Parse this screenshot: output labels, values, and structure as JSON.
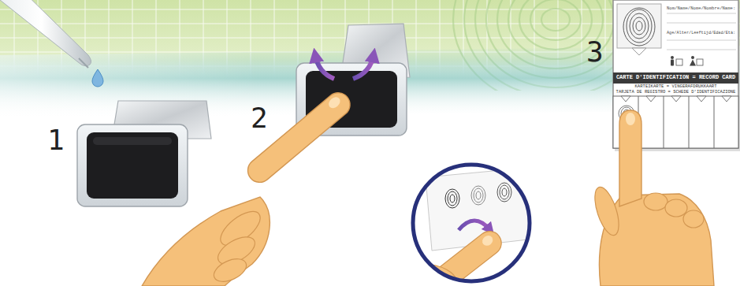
{
  "diagram": {
    "nodes": [
      {
        "text": [
          "Nom/Name/Nome/Nombre/Name:",
          "Age/Alter/Leeftijd/Edad/Età:",
          "CARTE D'IDENTIFICATION = RECORD CARD",
          "KARTEIKARTE = VINGERAFDRUKKAART",
          "TARJETA DE REGISTRO = SCHEDE D'IDENTIFICAZIONE"
        ]
      }
    ],
    "labels": [
      "1",
      "2",
      "3"
    ]
  }
}
